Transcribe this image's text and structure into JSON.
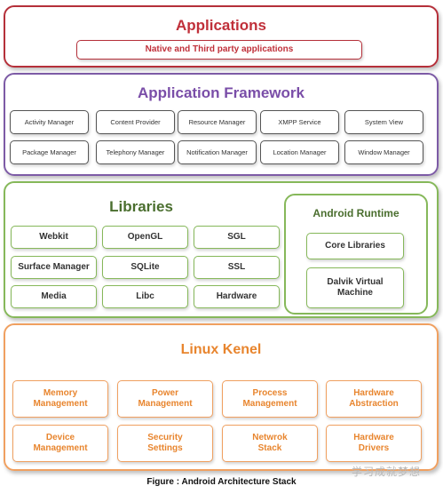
{
  "applications": {
    "title": "Applications",
    "native": "Native and Third party applications"
  },
  "framework": {
    "title": "Application Framework",
    "items": [
      "Activity Manager",
      "Content Provider",
      "Resource Manager",
      "XMPP Service",
      "System View",
      "Package Manager",
      "Telephony Manager",
      "Notification Manager",
      "Location Manager",
      "Window Manager"
    ]
  },
  "libraries": {
    "title": "Libraries",
    "items": [
      "Webkit",
      "OpenGL",
      "SGL",
      "Surface Manager",
      "SQLite",
      "SSL",
      "Media",
      "Libc",
      "Hardware"
    ]
  },
  "runtime": {
    "title": "Android Runtime",
    "core": "Core Libraries",
    "dalvik_line1": "Dalvik Virtual",
    "dalvik_line2": "Machine"
  },
  "kernel": {
    "title": "Linux Kenel",
    "items": [
      [
        "Memory",
        "Management"
      ],
      [
        "Power",
        "Management"
      ],
      [
        "Process",
        "Management"
      ],
      [
        "Hardware",
        "Abstraction"
      ],
      [
        "Device",
        "Management"
      ],
      [
        "Security",
        "Settings"
      ],
      [
        "Netwrok",
        "Stack"
      ],
      [
        "Hardware",
        "Drivers"
      ]
    ]
  },
  "caption": "Figure : Android Architecture Stack",
  "watermark": "学习成就梦想"
}
